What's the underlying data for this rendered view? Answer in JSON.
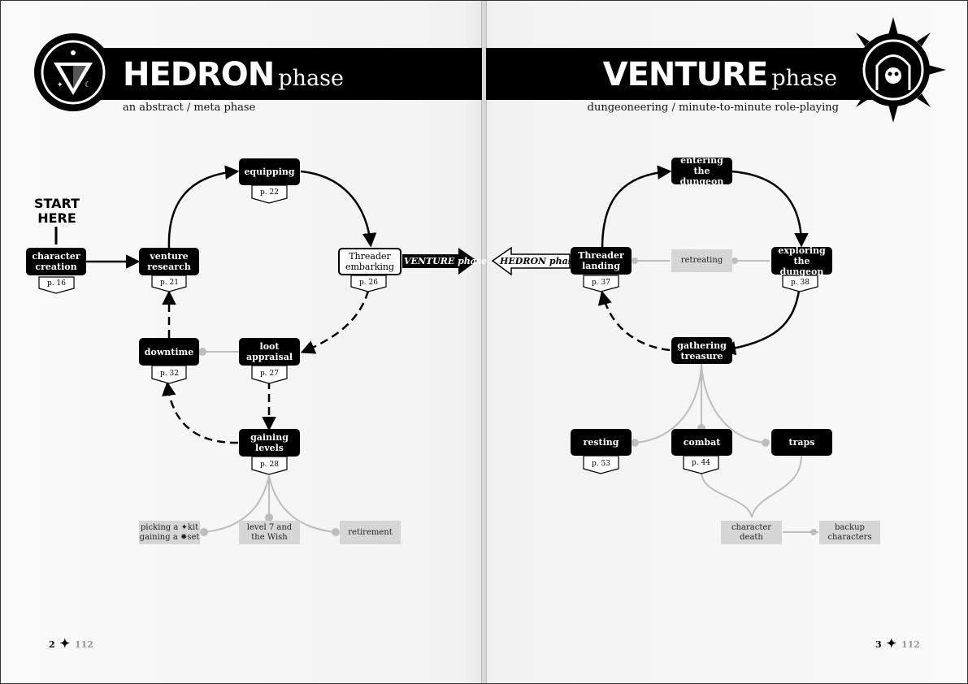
{
  "left_page": {
    "title_big": "HEDRON",
    "title_small": "phase",
    "subtitle": "an abstract / meta phase",
    "start_label": "START\nHERE",
    "nodes": {
      "character_creation": "character\ncreation",
      "venture_research": "venture\nresearch",
      "equipping": "equipping",
      "threader_embarking": "Threader\nembarking",
      "downtime": "downtime",
      "loot_appraisal": "loot\nappraisal",
      "gaining_levels": "gaining\nlevels"
    },
    "pages": {
      "character_creation": "p. 16",
      "venture_research": "p. 21",
      "equipping": "p. 22",
      "threader_embarking": "p. 26",
      "downtime": "p. 32",
      "loot_appraisal": "p. 27",
      "gaining_levels": "p. 28"
    },
    "options": {
      "kit_set": "picking a ✦kit\ngaining a ✹set",
      "level7": "level 7 and\nthe Wish",
      "retirement": "retirement"
    },
    "exit_arrow_label": "VENTURE phase",
    "folio_number": "2",
    "folio_total": "112"
  },
  "right_page": {
    "title_big": "VENTURE",
    "title_small": "phase",
    "subtitle": "dungeoneering / minute-to-minute role-playing",
    "nodes": {
      "entering_dungeon": "entering the\ndungeon",
      "threader_landing": "Threader\nlanding",
      "exploring_dungeon": "exploring the\ndungeon",
      "gathering_treasure": "gathering\ntreasure",
      "resting": "resting",
      "combat": "combat",
      "traps": "traps"
    },
    "pages": {
      "threader_landing": "p. 37",
      "exploring_dungeon": "p. 38",
      "resting": "p. 53",
      "combat": "p. 44"
    },
    "options": {
      "retreating": "retreating",
      "character_death": "character\ndeath",
      "backup_characters": "backup\ncharacters"
    },
    "exit_arrow_label": "HEDRON phase",
    "folio_number": "3",
    "folio_total": "112"
  },
  "icons": [
    "hedron-triangle-icon",
    "venture-sun-skull-icon",
    "four-point-star-icon"
  ]
}
